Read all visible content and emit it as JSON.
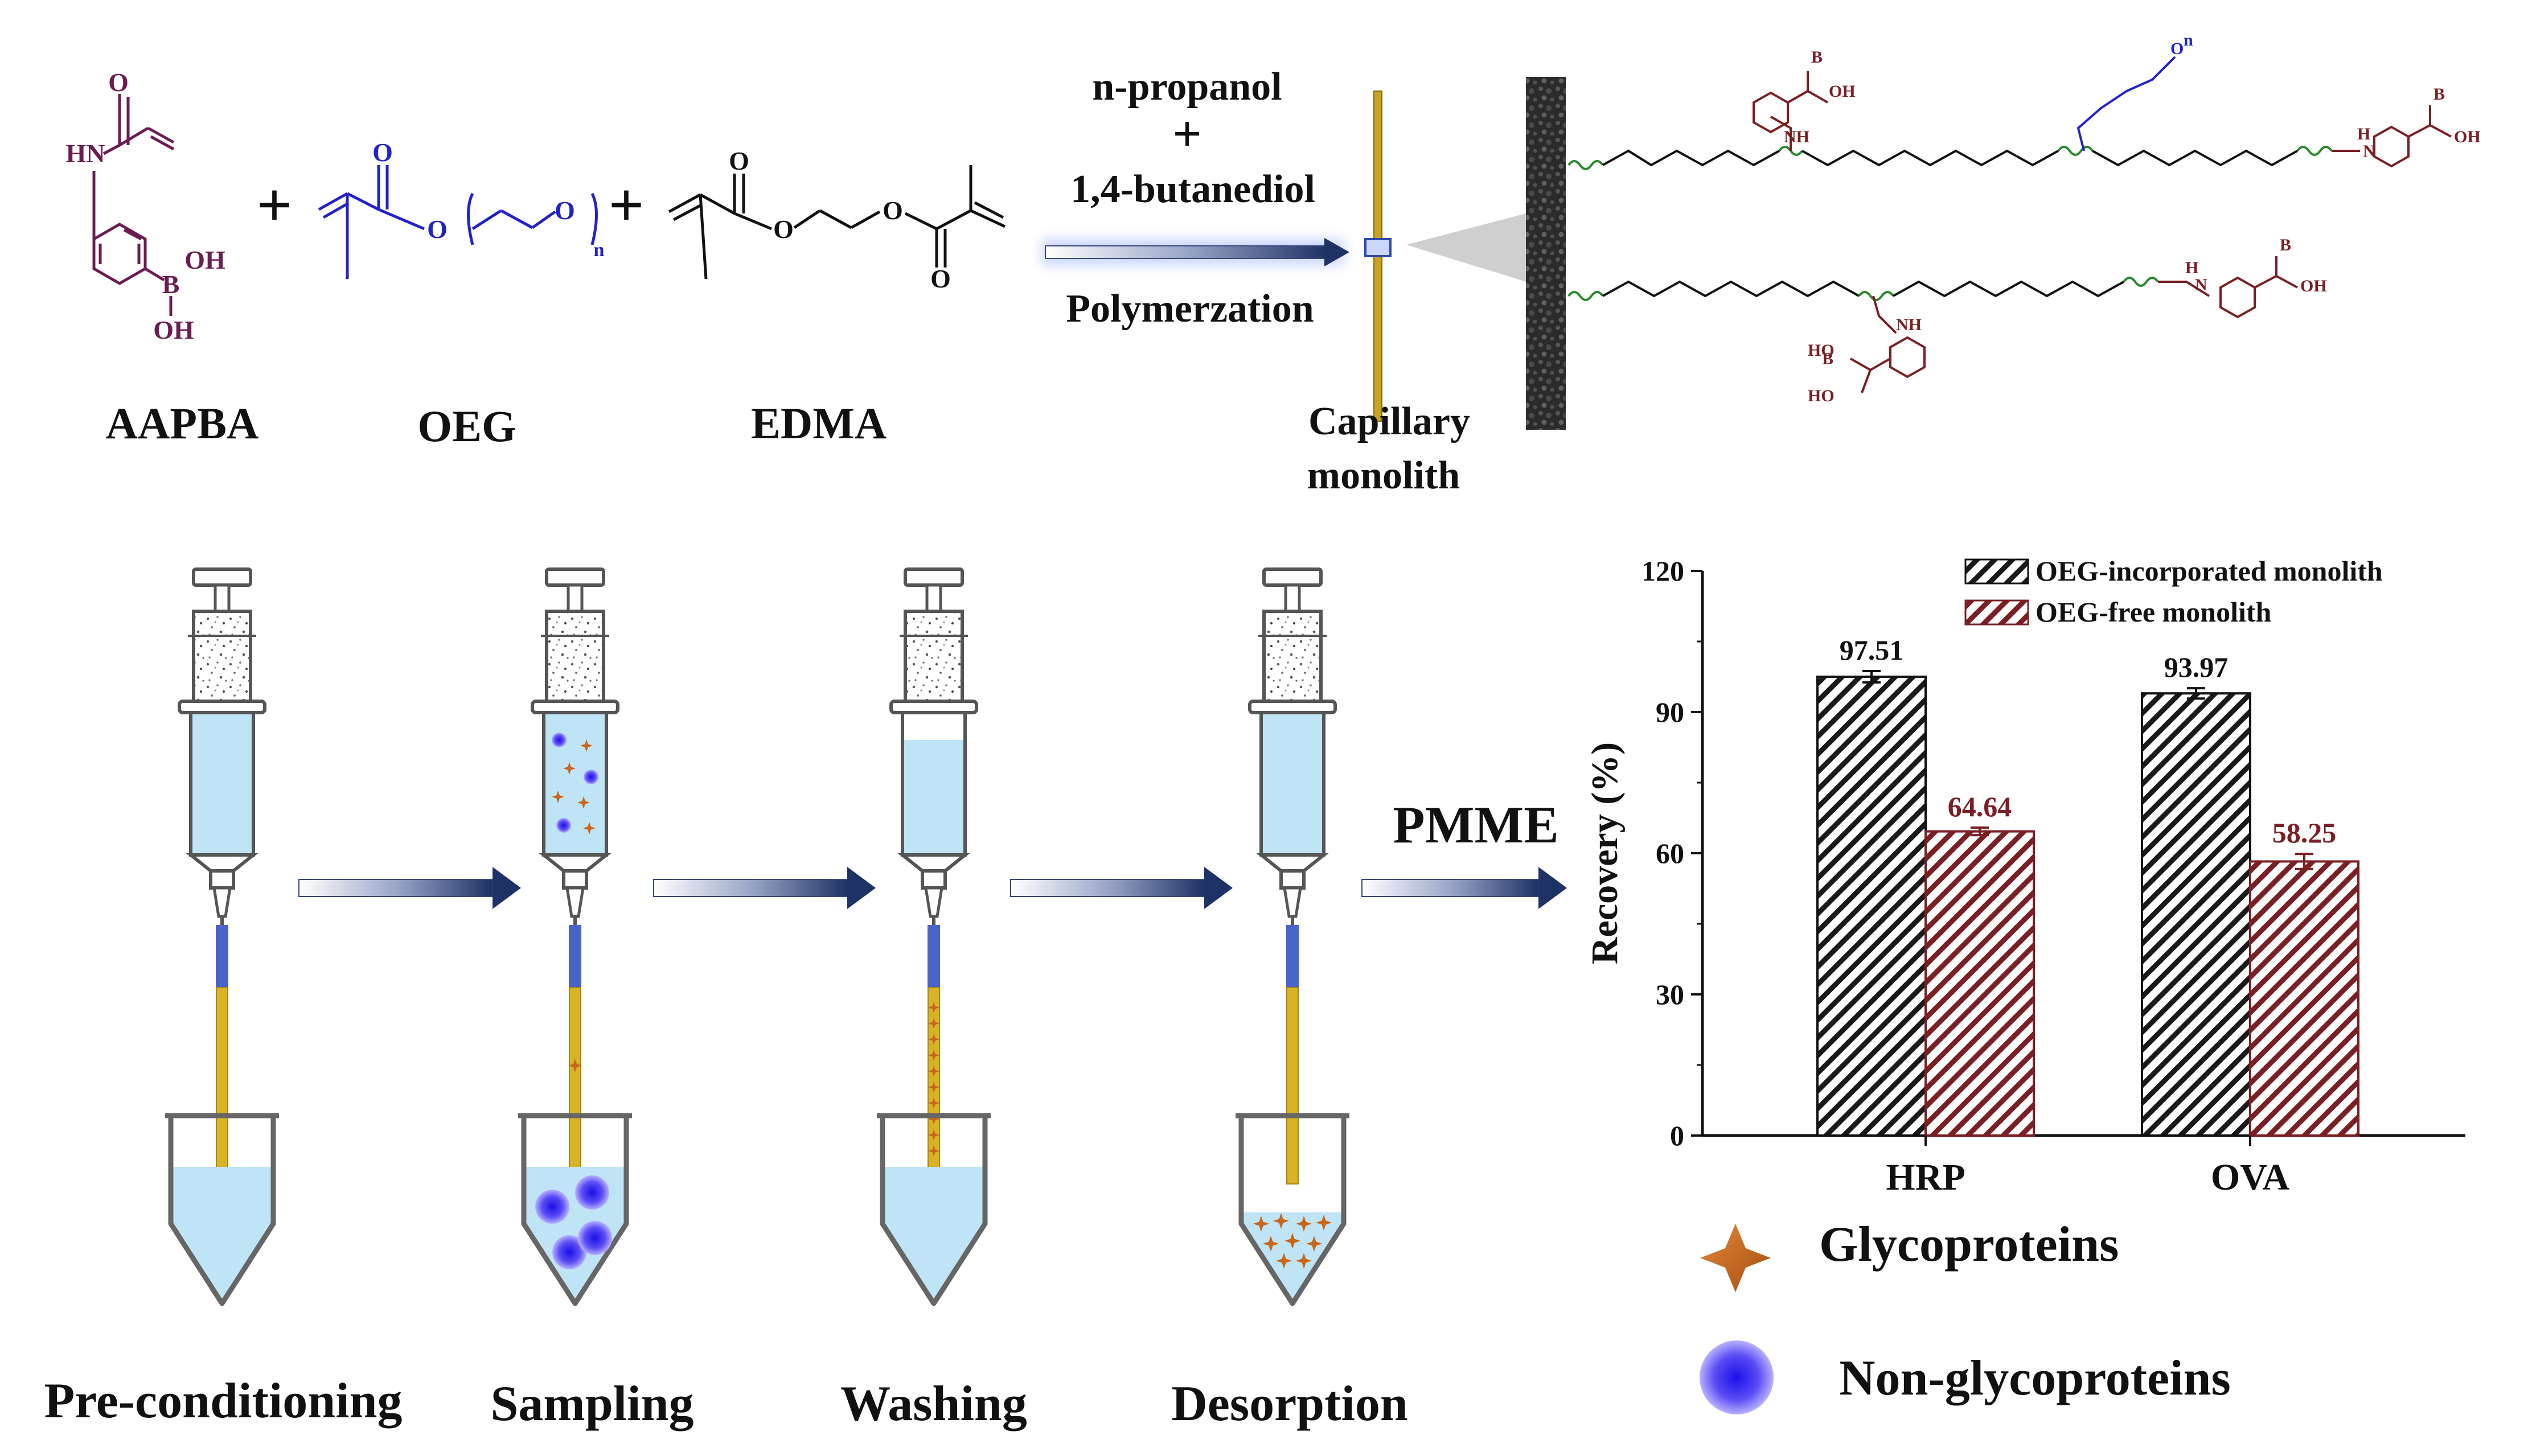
{
  "synthesis": {
    "monomers": [
      {
        "name": "AAPBA",
        "color": "#6b1d4f"
      },
      {
        "name": "OEG",
        "color": "#2222cc"
      },
      {
        "name": "EDMA",
        "color": "#111111"
      }
    ],
    "plus": "+",
    "atoms": {
      "o": "O",
      "hn": "HN",
      "b": "B",
      "oh": "OH",
      "n": "n",
      "nh": "NH",
      "h": "H",
      "n_atom": "N",
      "ho": "HO"
    },
    "conditions": {
      "line1": "n-propanol",
      "plus": "+",
      "line2": "1,4-butanediol",
      "line3": "Polymerzation"
    },
    "capillary_label_1": "Capillary",
    "capillary_label_2": "monolith"
  },
  "pmme": {
    "steps": [
      "Pre-conditioning",
      "Sampling",
      "Washing",
      "Desorption"
    ],
    "arrow_label": "PMME"
  },
  "legend_markers": [
    {
      "label": "Glycoproteins",
      "color": "#c8661a"
    },
    {
      "label": "Non-glycoproteins",
      "color": "#3a2bf0"
    }
  ],
  "chart_data": {
    "type": "bar",
    "categories": [
      "HRP",
      "OVA"
    ],
    "series": [
      {
        "name": "OEG-incorporated monolith",
        "values": [
          97.51,
          93.97
        ],
        "errors": [
          1.2,
          1.1
        ],
        "color": "#222222",
        "label_color": "#111111"
      },
      {
        "name": "OEG-free monolith",
        "values": [
          64.64,
          58.25
        ],
        "errors": [
          0.8,
          1.6
        ],
        "color": "#7a1f24",
        "label_color": "#7a1f24"
      }
    ],
    "value_labels": [
      [
        "97.51",
        "93.97"
      ],
      [
        "64.64",
        "58.25"
      ]
    ],
    "ylabel": "Recovery (%)",
    "ylim": [
      0,
      120
    ],
    "yticks": [
      0,
      30,
      60,
      90,
      120
    ],
    "legend_position": "top"
  }
}
